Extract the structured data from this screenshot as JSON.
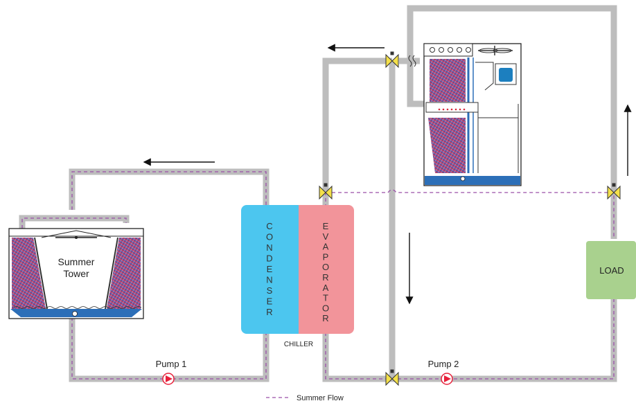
{
  "diagram": {
    "tower_label_1": "Summer",
    "tower_label_2": "Tower",
    "condenser_letters": [
      "C",
      "O",
      "N",
      "D",
      "E",
      "N",
      "S",
      "E",
      "R"
    ],
    "evaporator_letters": [
      "E",
      "V",
      "A",
      "P",
      "O",
      "R",
      "A",
      "T",
      "O",
      "R"
    ],
    "chiller_label": "CHILLER",
    "load_label": "LOAD",
    "pump1_label": "Pump 1",
    "pump2_label": "Pump 2",
    "legend_summer_flow": "Summer Flow",
    "colors": {
      "pipe": "#bdbdbd",
      "summer_flow": "#9b4fa8",
      "condenser": "#4cc6ef",
      "evaporator": "#f2949a",
      "load": "#a9d18e",
      "valve": "#f4e04a",
      "pump": "#e8203a"
    },
    "icons": [
      "cooling-tower-icon",
      "pump-icon",
      "three-way-valve-icon",
      "flow-arrow-icon",
      "heat-exchanger-tower-icon"
    ]
  }
}
